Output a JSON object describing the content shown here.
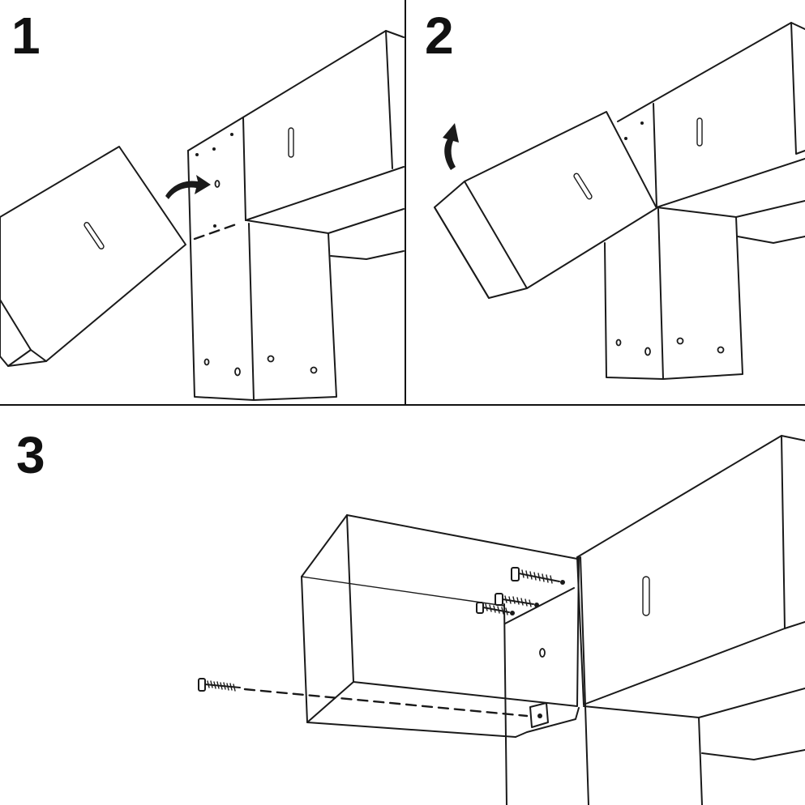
{
  "steps": [
    {
      "number": "1"
    },
    {
      "number": "2"
    },
    {
      "number": "3"
    }
  ],
  "icons": {
    "step1_arrow": "curved-arrow-right-icon",
    "step2_arrow": "curved-arrow-up-icon",
    "screw": "screw-icon"
  },
  "colors": {
    "line": "#1a1a1a",
    "background": "#ffffff"
  }
}
